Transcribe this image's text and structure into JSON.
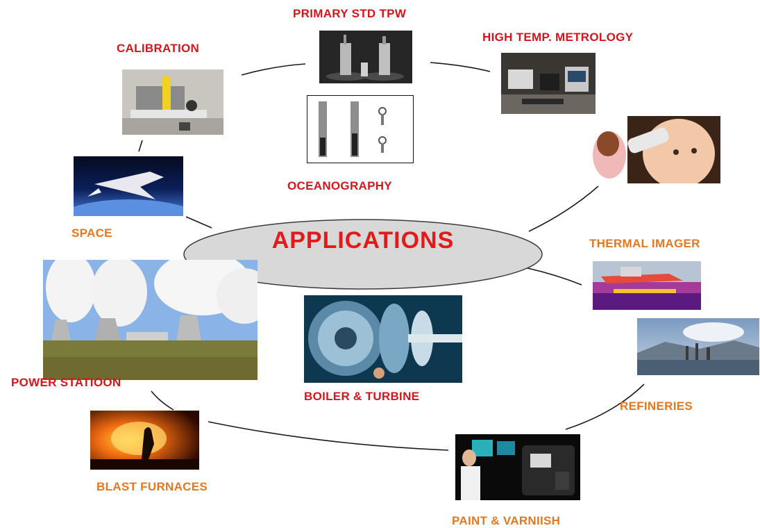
{
  "diagram": {
    "center": "APPLICATIONS",
    "labels": {
      "primary_std_tpw": "PRIMARY STD TPW",
      "high_temp_metrology": "HIGH TEMP. METROLOGY",
      "calibration": "CALIBRATION",
      "oceanography": "OCEANOGRAPHY",
      "space": "SPACE",
      "thermal_imager": "THERMAL IMAGER",
      "power_station": "POWER STATIOON",
      "boiler_turbine": "BOILER & TURBINE",
      "refineries": "REFINERIES",
      "blast_furnaces": "BLAST FURNACES",
      "paint_varnish": "PAINT & VARNIISH"
    }
  },
  "colors": {
    "label_red": "#d8141b",
    "label_orange": "#e8761c",
    "ellipse_fill": "#d8d8d8",
    "connector": "#1a1a1a"
  }
}
